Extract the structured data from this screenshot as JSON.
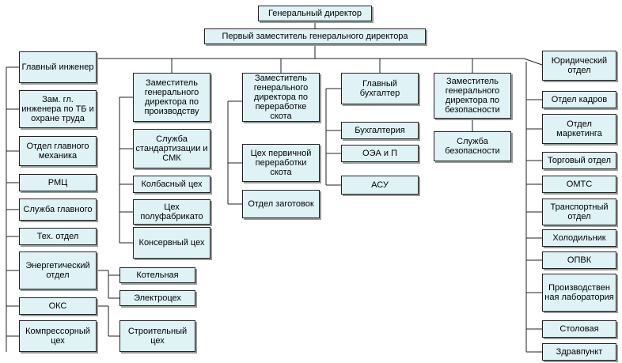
{
  "org_chart": {
    "ceo": "Генеральный директор",
    "first_deputy": "Первый заместитель генерального директора",
    "chief_engineer": {
      "title": "Главный инженер",
      "units": [
        "Зам. гл. инженера по ТБ и охране труда",
        "Отдел главного механика",
        "РМЦ",
        "Служба главного",
        "Тех. отдел",
        "Энергетический отдел",
        "Котельная",
        "Электроцех",
        "ОКС",
        "Строительный цех",
        "Компрессорный цех"
      ]
    },
    "production_deputy": {
      "title": "Заместитель генерального директора по производству",
      "units": [
        "Служба стандартизации и СМК",
        "Колбасный цех",
        "Цех полуфабрикато",
        "Консервный цех"
      ]
    },
    "processing_deputy": {
      "title": "Заместитель генерального директора по переработке скота",
      "units": [
        "Цех первичной переработки скота",
        "Отдел заготовок"
      ]
    },
    "chief_accountant": {
      "title": "Главный бухгалтер",
      "units": [
        "Бухгалтерия",
        "ОЭА и П",
        "АСУ"
      ]
    },
    "security_deputy": {
      "title": "Заместитель генерального директора по безопасности",
      "units": [
        "Служба безопасности"
      ]
    },
    "direct_units": [
      "Юридический отдел",
      "Отдел кадров",
      "Отдел маркетинга",
      "Торговый отдел",
      "ОМТС",
      "Транспортный отдел",
      "Холодильник",
      "ОПВК",
      "Производствен ная лаборатория",
      "Столовая",
      "Здравпункт"
    ]
  }
}
